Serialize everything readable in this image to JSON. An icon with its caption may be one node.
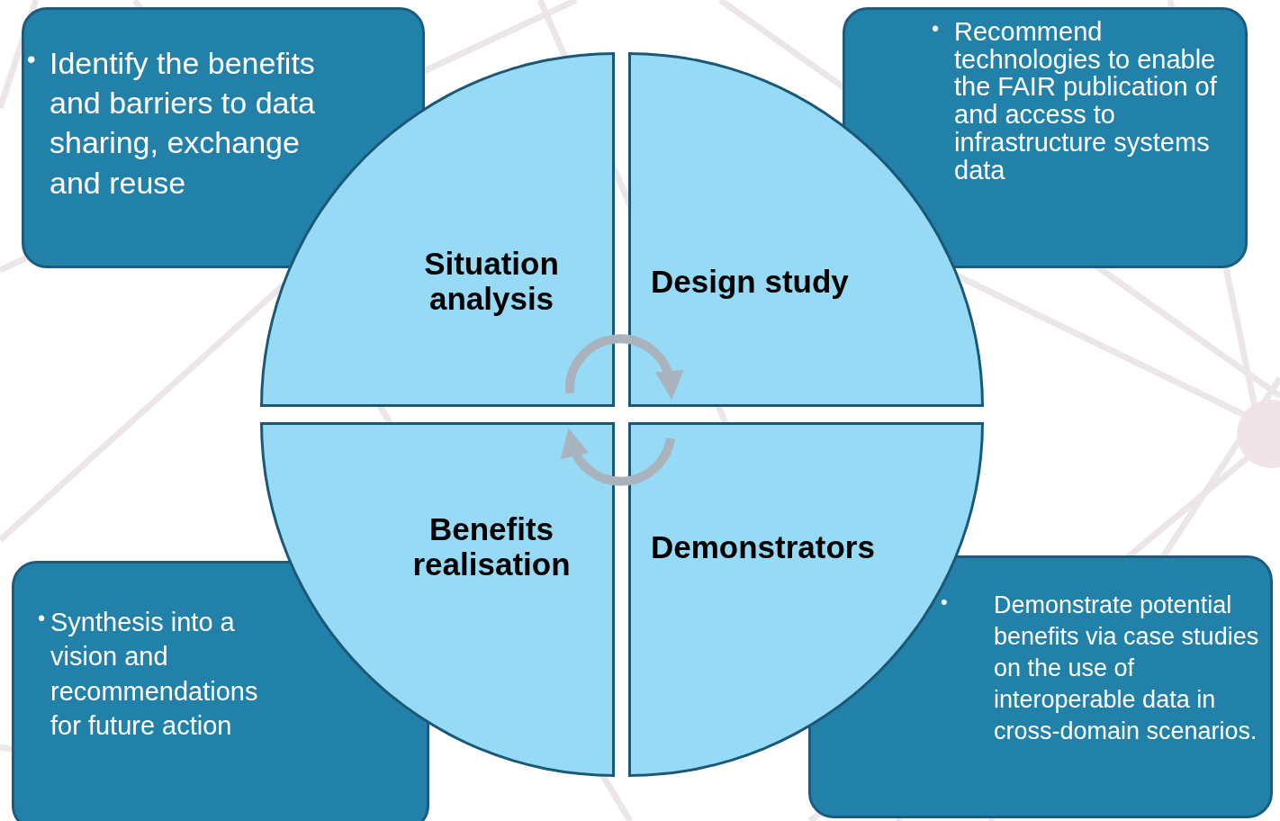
{
  "diagram": {
    "nodes": [
      {
        "text": [
          "•",
          "Identify the benefits and barriers to data sharing, exchange and reuse"
        ]
      },
      {
        "text": [
          "•",
          "Recommend technologies to enable the FAIR publication of and access to infrastructure systems data"
        ]
      },
      {
        "text": [
          "Situation analysis"
        ]
      },
      {
        "text": [
          "Design study"
        ]
      },
      {
        "text": [
          "Benefits realisation"
        ]
      },
      {
        "text": [
          "Demonstrators"
        ]
      },
      {
        "text": [
          "•",
          "Synthesis into a vision and recommendations for future action"
        ]
      },
      {
        "text": [
          "•",
          "Demonstrate potential benefits via case studies on the use of interoperable data in cross-domain scenarios."
        ]
      }
    ],
    "edges": [
      {
        "from": 2,
        "to": 3,
        "arrow": "to"
      },
      {
        "from": 5,
        "to": 4,
        "arrow": "to"
      }
    ]
  }
}
